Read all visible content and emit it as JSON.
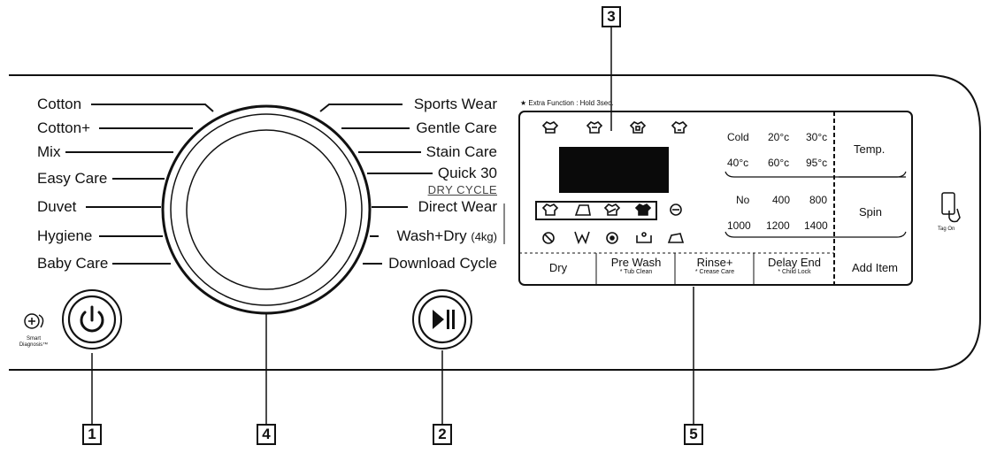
{
  "callouts": {
    "power": "1",
    "start": "2",
    "display": "3",
    "dial": "4",
    "option_buttons": "5"
  },
  "programs_left": [
    "Cotton",
    "Cotton+",
    "Mix",
    "Easy Care",
    "Duvet",
    "Hygiene",
    "Baby Care"
  ],
  "programs_right": [
    "Sports Wear",
    "Gentle Care",
    "Stain Care",
    "Quick 30"
  ],
  "dry_cycle_label": "DRY CYCLE",
  "programs_dry": [
    "Direct Wear",
    "Wash+Dry",
    "Download Cycle"
  ],
  "wash_dry_capacity": "(4kg)",
  "extra_function_note": "★ Extra Function : Hold 3sec.",
  "temperature": {
    "options": [
      "Cold",
      "20°c",
      "30°c",
      "40°c",
      "60°c",
      "95°c"
    ],
    "button": "Temp."
  },
  "spin": {
    "options": [
      "No",
      "400",
      "800",
      "1000",
      "1200",
      "1400"
    ],
    "button": "Spin"
  },
  "option_buttons": [
    {
      "label": "Dry",
      "sub": ""
    },
    {
      "label": "Pre Wash",
      "sub": "* Tub Clean"
    },
    {
      "label": "Rinse+",
      "sub": "* Crease Care"
    },
    {
      "label": "Delay End",
      "sub": "* Child Lock"
    }
  ],
  "add_item": "Add Item",
  "smart_diagnosis": "Smart Diagnosis™",
  "tag_on": "Tag On",
  "icons": {
    "power": "power-icon",
    "start": "play-pause-icon",
    "smart_diagnosis": "smart-diagnosis-icon",
    "tag_on": "phone-tag-icon"
  }
}
